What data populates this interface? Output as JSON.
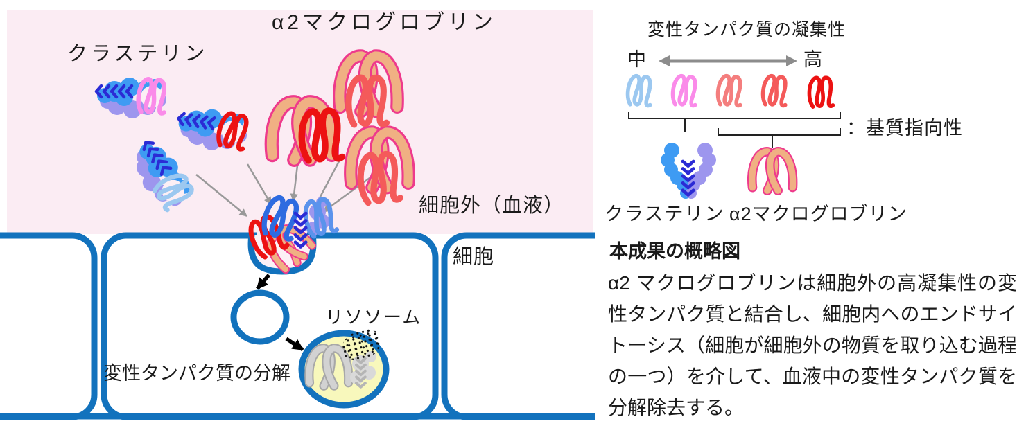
{
  "left_diagram": {
    "label_clusterin": "クラステリン",
    "label_a2m": "α2マクログロブリン",
    "label_extracellular": "細胞外（血液）",
    "label_cell": "細胞",
    "label_lysosome": "リソソーム",
    "label_degradation": "変性タンパク質の分解"
  },
  "legend": {
    "title": "変性タンパク質の凝集性",
    "scale_low": "中",
    "scale_high": "高",
    "substrate_label": "：基質指向性",
    "label_clusterin": "クラステリン",
    "label_a2m": "α2マクログロブリン"
  },
  "caption": {
    "heading": "本成果の概略図",
    "body": "α2 マクログロブリンは細胞外の高凝集性の変性タンパク質と結合し、細胞内へのエンドサイトーシス（細胞が細胞外の物質を取り込む過程の一つ）を介して、血液中の変性タンパク質を分解除去する。"
  },
  "colors": {
    "membrane-blue": "#1272BD",
    "extracellular-pink": "#FBECF3",
    "pit-pink": "#FCF1F6",
    "lysosome-yellow": "#F8F8BC",
    "arrow-gray": "#999999",
    "scale-arrow-gray": "#8C8C8C",
    "sq-lightblue": "#9CC8F0",
    "sq-pink": "#FA8BE9",
    "sq-salmon": "#F47E7E",
    "sq-softred": "#F45A5A",
    "sq-red": "#EC1212",
    "sq-blue1": "#2E6BE0",
    "sq-blue2": "#5B93EC",
    "a2m-fill": "#F0B083",
    "a2m-outline": "#EE3A8C",
    "blob-blue": "#3E9BF3",
    "blob-purple": "#9D96EE",
    "chevron-blue": "#2B2BD5",
    "bracket-black": "#222222"
  }
}
